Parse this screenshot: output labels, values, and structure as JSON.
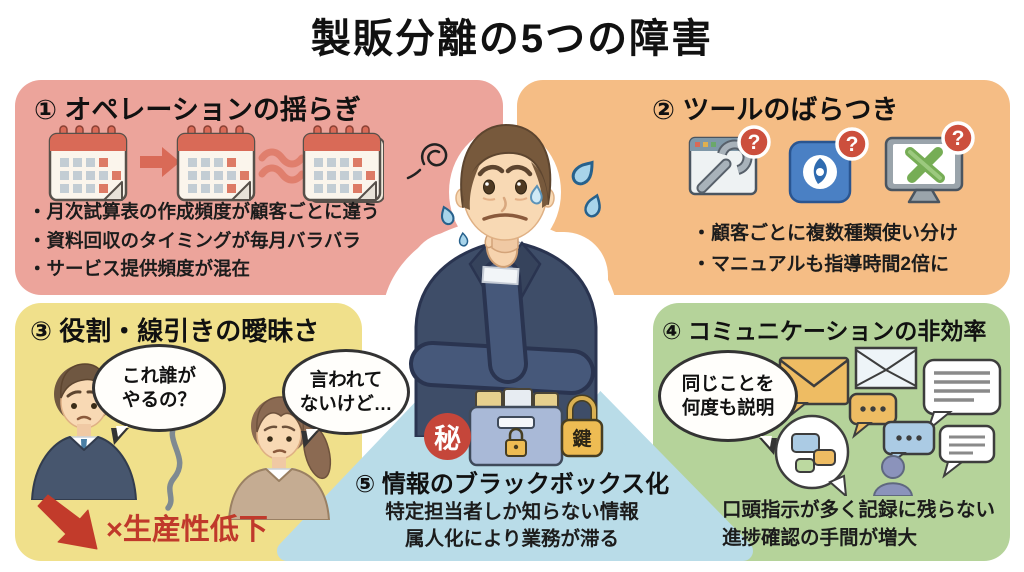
{
  "title": "製販分離の5つの障害",
  "colors": {
    "panel_pink": "#eca49b",
    "panel_orange": "#f5bd85",
    "panel_yellow": "#f0e08b",
    "panel_green": "#b5d39a",
    "panel_blue": "#b9dce8",
    "accent_red": "#c0392b",
    "calendar_red": "#d96a57",
    "question_badge_red": "#cc4f3d",
    "secret_badge_red": "#c5463a"
  },
  "obstacle1": {
    "title": "① オペレーションの揺らぎ",
    "bullets": [
      "・月次試算表の作成頻度が顧客ごとに違う",
      "・資料回収のタイミングが毎月バラバラ",
      "・サービス提供頻度が混在"
    ]
  },
  "obstacle2": {
    "title": "② ツールのばらつき",
    "badge": "?",
    "bullets": [
      "・顧客ごとに複数種類使い分け",
      "・マニュアルも指導時間2倍に"
    ]
  },
  "obstacle3": {
    "title": "③ 役割・線引きの曖昧さ",
    "bubble_left": [
      "これ誰が",
      "やるの？"
    ],
    "bubble_right": [
      "言われて",
      "ないけど…"
    ],
    "warning": "×生産性低下"
  },
  "obstacle4": {
    "title": "④ コミュニケーションの非効率",
    "bubble": [
      "同じことを",
      "何度も説明"
    ],
    "notes": [
      "口頭指示が多く記録に残らない",
      "進捗確認の手間が増大"
    ]
  },
  "obstacle5": {
    "badge": "秘",
    "lock_label": "鍵",
    "title": "⑤ 情報のブラックボックス化",
    "notes": [
      "特定担当者しか知らない情報",
      "属人化により業務が滞る"
    ]
  }
}
